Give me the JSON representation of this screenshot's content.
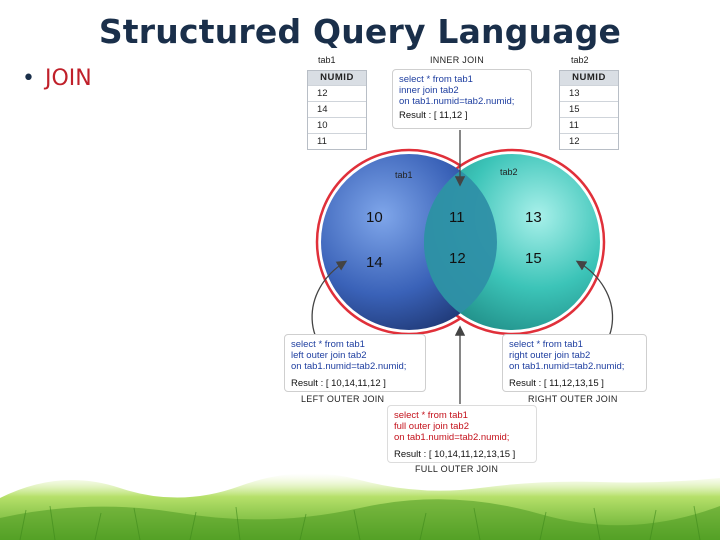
{
  "slide": {
    "title": "Structured Query Language",
    "bullet": "JOIN"
  },
  "tables": {
    "left": {
      "label": "tab1",
      "header": "NUMID",
      "rows": [
        "12",
        "14",
        "10",
        "11"
      ]
    },
    "right": {
      "label": "tab2",
      "header": "NUMID",
      "rows": [
        "13",
        "15",
        "11",
        "12"
      ]
    }
  },
  "joins": {
    "inner": {
      "label": "INNER JOIN",
      "lines": [
        "select * from tab1",
        "inner join tab2",
        "on tab1.numid=tab2.numid;"
      ],
      "result": "Result : [ 11,12 ]"
    },
    "left": {
      "label": "LEFT OUTER JOIN",
      "lines": [
        "select * from tab1",
        "left outer join tab2",
        "on tab1.numid=tab2.numid;"
      ],
      "result": "Result : [ 10,14,11,12 ]"
    },
    "right": {
      "label": "RIGHT OUTER JOIN",
      "lines": [
        "select * from tab1",
        "right outer join tab2",
        "on tab1.numid=tab2.numid;"
      ],
      "result": "Result : [ 11,12,13,15 ]"
    },
    "full": {
      "label": "FULL OUTER JOIN",
      "lines": [
        "select * from tab1",
        "full outer join tab2",
        "on tab1.numid=tab2.numid;"
      ],
      "result": "Result : [ 10,14,11,12,13,15 ]"
    }
  },
  "venn": {
    "left_label": "tab1",
    "right_label": "tab2",
    "left_only": [
      "10",
      "14"
    ],
    "both": [
      "11",
      "12"
    ],
    "right_only": [
      "13",
      "15"
    ]
  },
  "colors": {
    "title": "#1a2f4a",
    "bullet": "#c0202a",
    "left_circle": "#3a62b8",
    "right_circle": "#3cc4b8",
    "overlap": "#2e8fa6",
    "ring": "#e0303a",
    "arrow": "#444444"
  }
}
